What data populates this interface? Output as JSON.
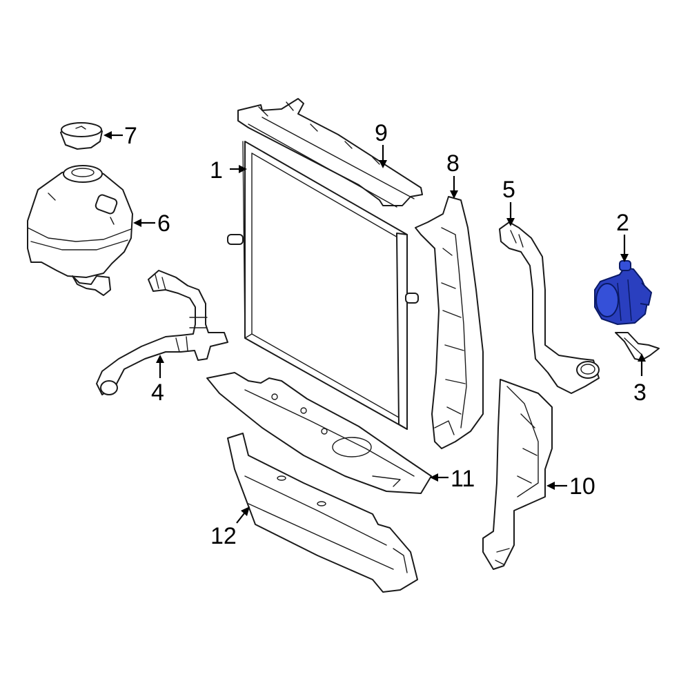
{
  "colors": {
    "background": "#ffffff",
    "line": "#1a1a1a",
    "highlight_fill": "#2a3fbf",
    "highlight_stroke": "#0a1a66"
  },
  "callouts": [
    {
      "id": "1",
      "label": "1",
      "part": "radiator"
    },
    {
      "id": "2",
      "label": "2",
      "part": "auxiliary-water-pump"
    },
    {
      "id": "3",
      "label": "3",
      "part": "pump-bracket"
    },
    {
      "id": "4",
      "label": "4",
      "part": "coolant-hose-lower"
    },
    {
      "id": "5",
      "label": "5",
      "part": "coolant-hose-right"
    },
    {
      "id": "6",
      "label": "6",
      "part": "expansion-tank"
    },
    {
      "id": "7",
      "label": "7",
      "part": "tank-cap"
    },
    {
      "id": "8",
      "label": "8",
      "part": "side-air-guide"
    },
    {
      "id": "9",
      "label": "9",
      "part": "upper-support"
    },
    {
      "id": "10",
      "label": "10",
      "part": "side-deflector"
    },
    {
      "id": "11",
      "label": "11",
      "part": "lower-air-guide"
    },
    {
      "id": "12",
      "label": "12",
      "part": "lower-deflector"
    }
  ]
}
